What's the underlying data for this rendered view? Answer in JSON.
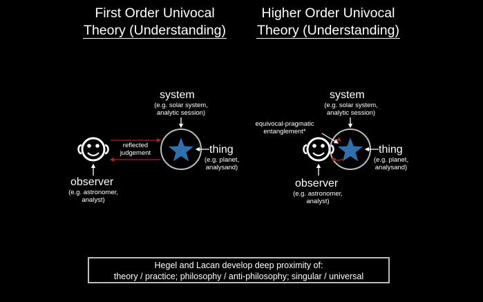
{
  "left_panel": {
    "title_line1": "First Order Univocal",
    "title_line2": "Theory (Understanding)",
    "system_label": "system",
    "system_sub1": "(e.g. solar system,",
    "system_sub2": "analytic session)",
    "thing_label": "thing",
    "thing_sub1": "(e.g. planet,",
    "thing_sub2": "analysand)",
    "observer_label": "observer",
    "observer_sub1": "(e.g. astronomer,",
    "observer_sub2": "analyst)",
    "arrow_label1": "reflected",
    "arrow_label2": "judgement"
  },
  "right_panel": {
    "title_line1": "Higher Order Univocal",
    "title_line2": "Theory (Understanding)",
    "system_label": "system",
    "system_sub1": "(e.g. solar system,",
    "system_sub2": "analytic session)",
    "thing_label": "thing",
    "thing_sub1": "(e.g. planet,",
    "thing_sub2": "analysand)",
    "observer_label": "observer",
    "observer_sub1": "(e.g. astronomer,",
    "observer_sub2": "analyst)",
    "entangle_label1": "equivocal-pragmatic",
    "entangle_label2": "entanglement*"
  },
  "footer": {
    "line1": "Hegel and Lacan develop deep proximity of:",
    "line2": "theory / practice; philosophy / anti-philosophy; singular / universal"
  },
  "colors": {
    "background": "#000000",
    "star": "#2f6fab",
    "arrow_red": "#b22222",
    "circle": "#bdbdbd",
    "text": "#ffffff"
  },
  "icons": [
    "smiley-face-icon",
    "star-icon",
    "circle-icon",
    "arrow-icon"
  ]
}
